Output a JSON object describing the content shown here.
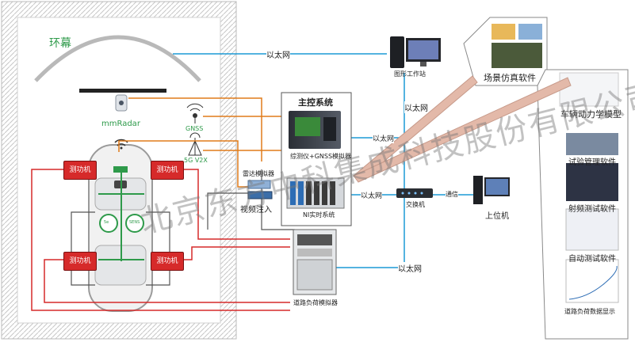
{
  "labels": {
    "screen": "环幕",
    "mmradar": "mmRadar",
    "gnss": "GNSS",
    "v2x": "5G V2X",
    "dyno": "测功机",
    "main_control": "主控系统",
    "comprehensive_tester": "综测仪+GNSS模拟器",
    "radar_simulator": "雷达模拟器",
    "video_injection": "视频注入",
    "ni_realtime": "NI实时系统",
    "switch": "交换机",
    "comm": "通信",
    "host_pc": "上位机",
    "graphics_workstation": "图形工作站",
    "scene_sim_software": "场景仿真软件",
    "vehicle_dynamics": "车辆动力学模型",
    "test_mgmt": "试验管理软件",
    "rf_test": "射频测试软件",
    "auto_test": "自动测试软件",
    "road_load_sim": "道路负荷模拟器",
    "road_load_display": "道路负荷数据显示",
    "ethernet": "以太网",
    "wheel_speed_left": "5e",
    "wheel_speed_right": "SENS"
  },
  "watermark": "北京东方中科集成科技股份有限公司",
  "colors": {
    "ethernet": "#1c9ad6",
    "signal": "#e07b1a",
    "power": "#d62a2a",
    "green": "#2e9a4a",
    "arrow": "#e3b9a9"
  }
}
